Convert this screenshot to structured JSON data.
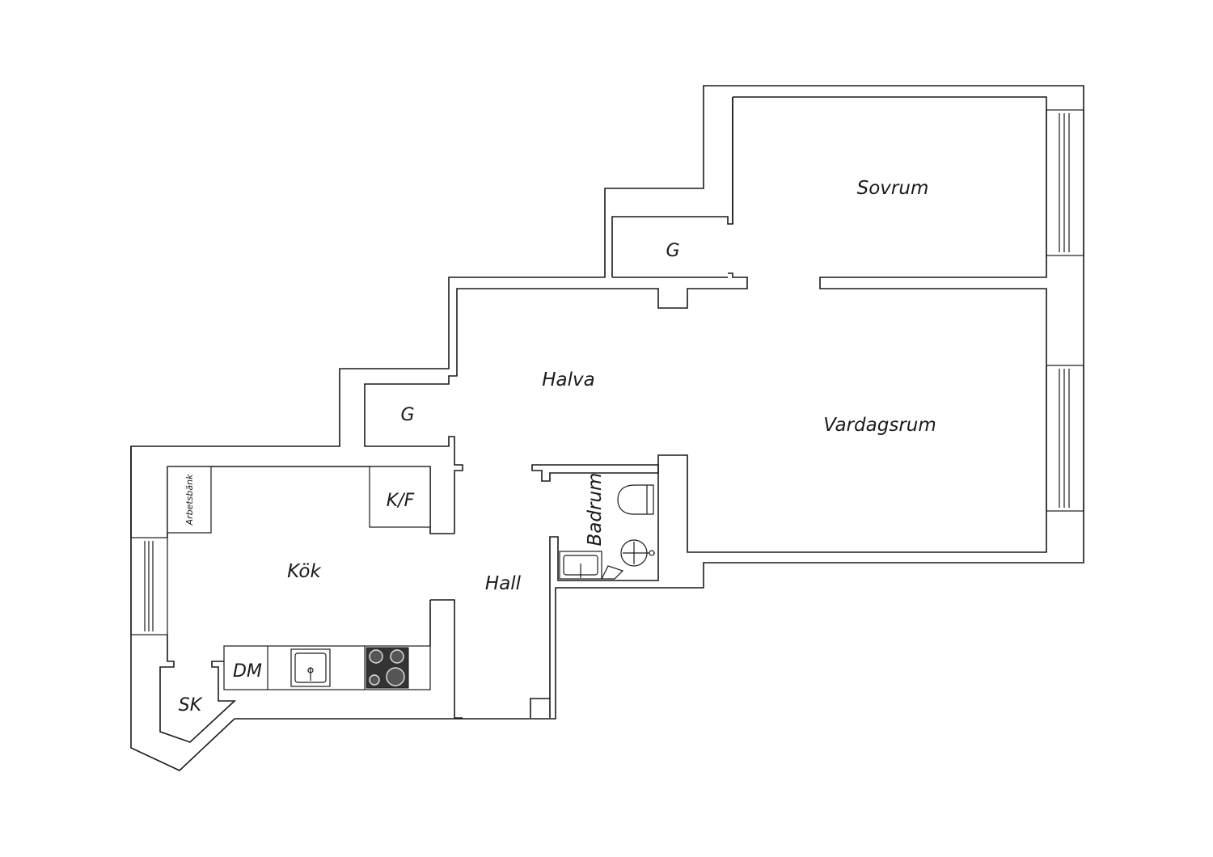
{
  "floorplan": {
    "colors": {
      "wall": "#1a1a1a",
      "background": "#ffffff",
      "hob": "#333333"
    },
    "rooms": {
      "sovrum": "Sovrum",
      "vardagsrum": "Vardagsrum",
      "halva": "Halva",
      "hall": "Hall",
      "kok": "Kök",
      "badrum": "Badrum"
    },
    "fixtures": {
      "garderob_upper": "G",
      "garderob_lower": "G",
      "kyl_frys": "K/F",
      "diskmaskin": "DM",
      "skafferi": "SK",
      "arbetsbank": "Arbetsbänk"
    },
    "icons": [
      "window-icon",
      "sink-icon",
      "hob-icon",
      "toilet-icon",
      "shower-icon",
      "washbasin-icon"
    ]
  }
}
